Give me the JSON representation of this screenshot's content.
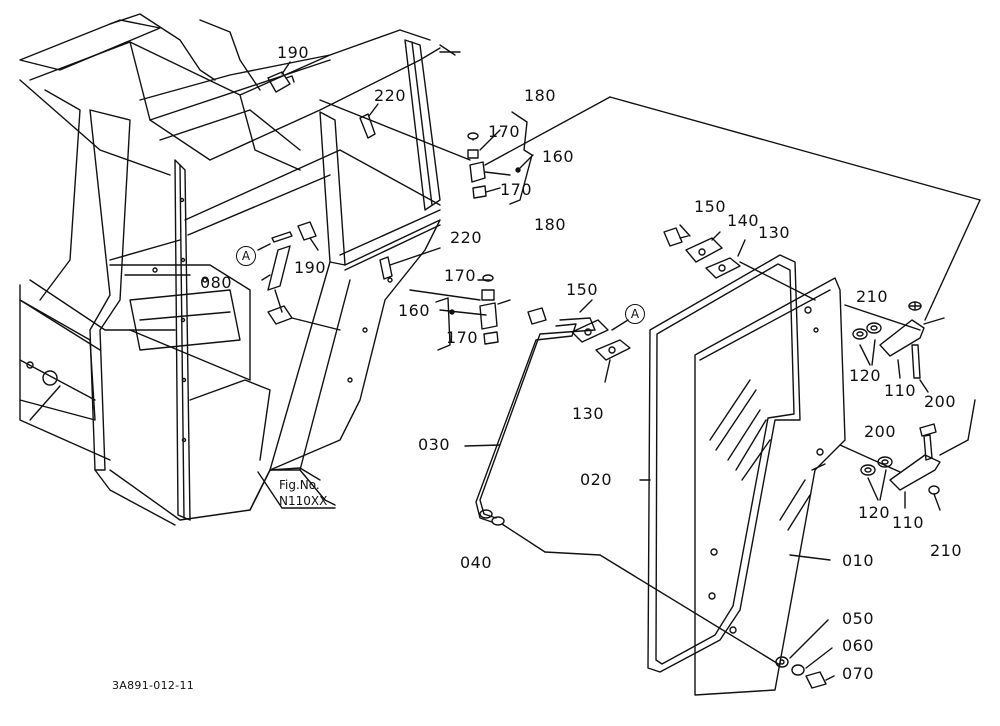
{
  "labels": {
    "p190_top": "190",
    "p220_top": "220",
    "p180_top": "180",
    "p170_a": "170",
    "p160_top": "160",
    "p170_b": "170",
    "p150_top": "150",
    "p140": "140",
    "p130_top": "130",
    "p180_mid": "180",
    "p220_mid": "220",
    "p190_mid": "190",
    "p080": "080",
    "p170_c": "170",
    "p160_mid": "160",
    "p170_d": "170",
    "p150_mid": "150",
    "p130_mid": "130",
    "p210_top": "210",
    "p120_top": "120",
    "p110_top": "110",
    "p200_top": "200",
    "p200_mid": "200",
    "p120_bot": "120",
    "p110_bot": "110",
    "p210_bot": "210",
    "p030": "030",
    "p020": "020",
    "p010": "010",
    "p040": "040",
    "p050": "050",
    "p060": "060",
    "p070": "070"
  },
  "markers": {
    "a_left": "A",
    "a_right": "A"
  },
  "figref": {
    "line1": "Fig.No.",
    "line2": "N110XX"
  },
  "diagram_code": "3A891-012-11"
}
